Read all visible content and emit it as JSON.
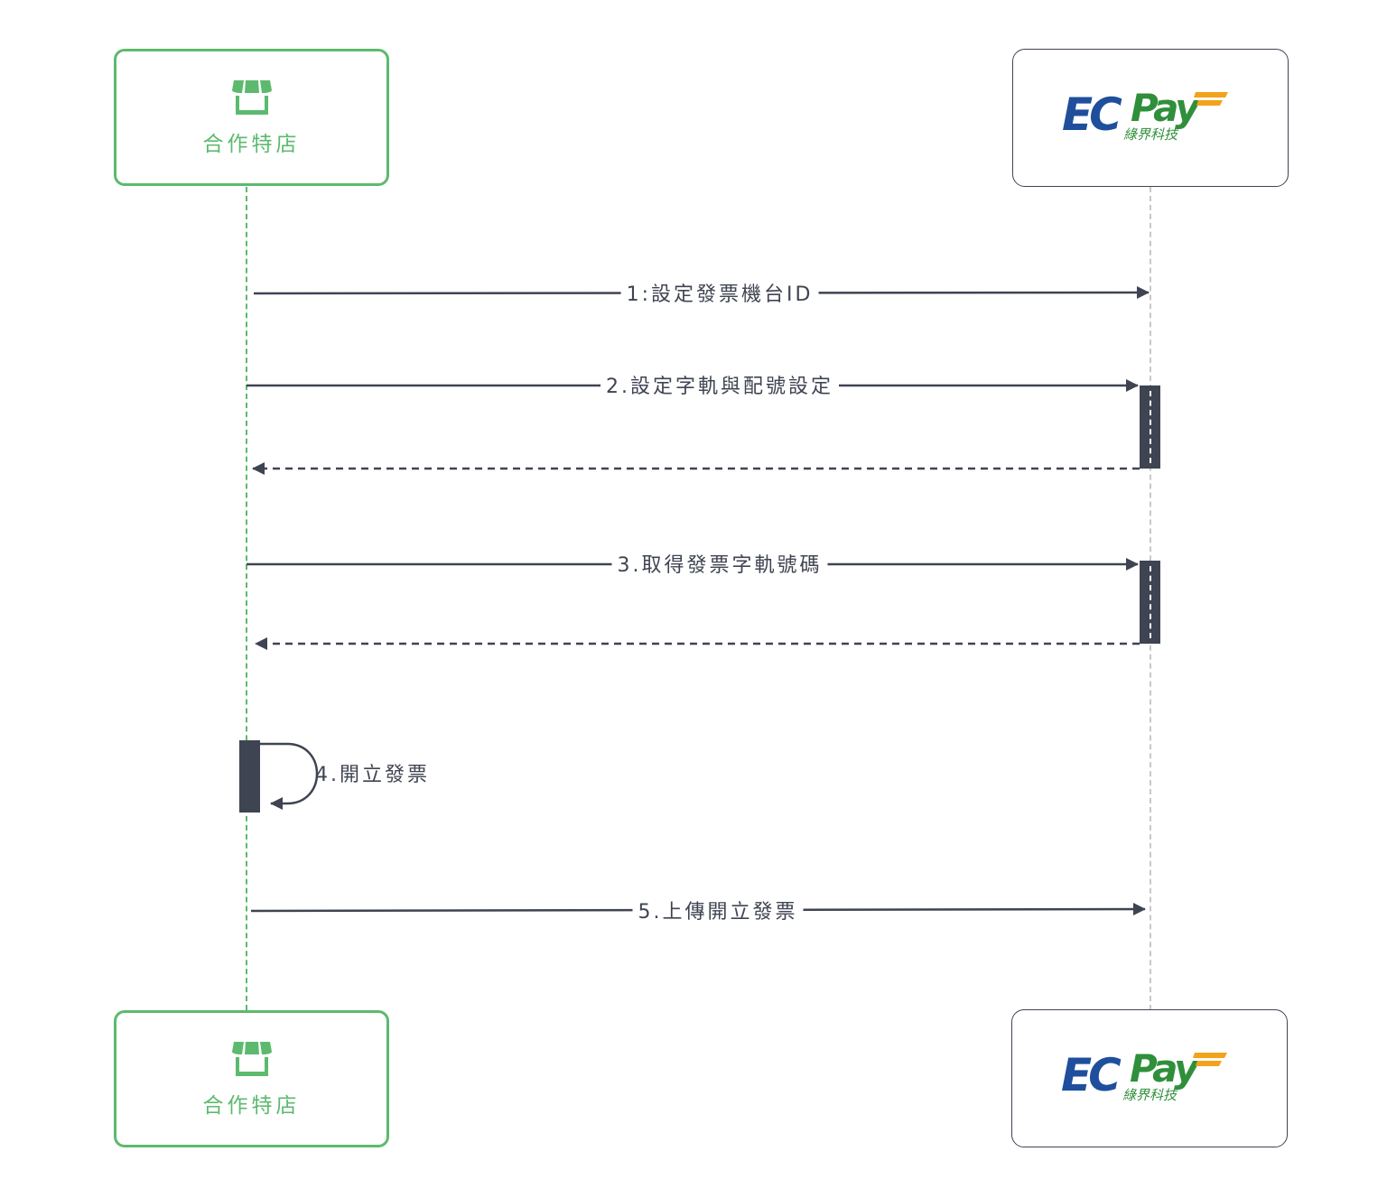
{
  "participants": {
    "merchant": {
      "label": "合作特店",
      "icon": "shop-icon"
    },
    "ecpay": {
      "logo_text": "ECPay",
      "logo_subtext": "綠界科技"
    }
  },
  "messages": [
    {
      "label": "1:設定發票機台ID",
      "kind": "sync"
    },
    {
      "label": "2.設定字軌與配號設定",
      "kind": "sync"
    },
    {
      "label": "",
      "kind": "return"
    },
    {
      "label": "3.取得發票字軌號碼",
      "kind": "sync"
    },
    {
      "label": "",
      "kind": "return"
    },
    {
      "label": "4.開立發票",
      "kind": "self"
    },
    {
      "label": "5.上傳開立發票",
      "kind": "sync"
    }
  ],
  "colors": {
    "merchant_green": "#5cba6e",
    "line_dark": "#3f4452",
    "ecpay_blue": "#1f4f9c",
    "ecpay_green": "#2f8f3a",
    "ecpay_orange": "#f2a31b",
    "lifeline_gray": "#c8c8c8"
  }
}
